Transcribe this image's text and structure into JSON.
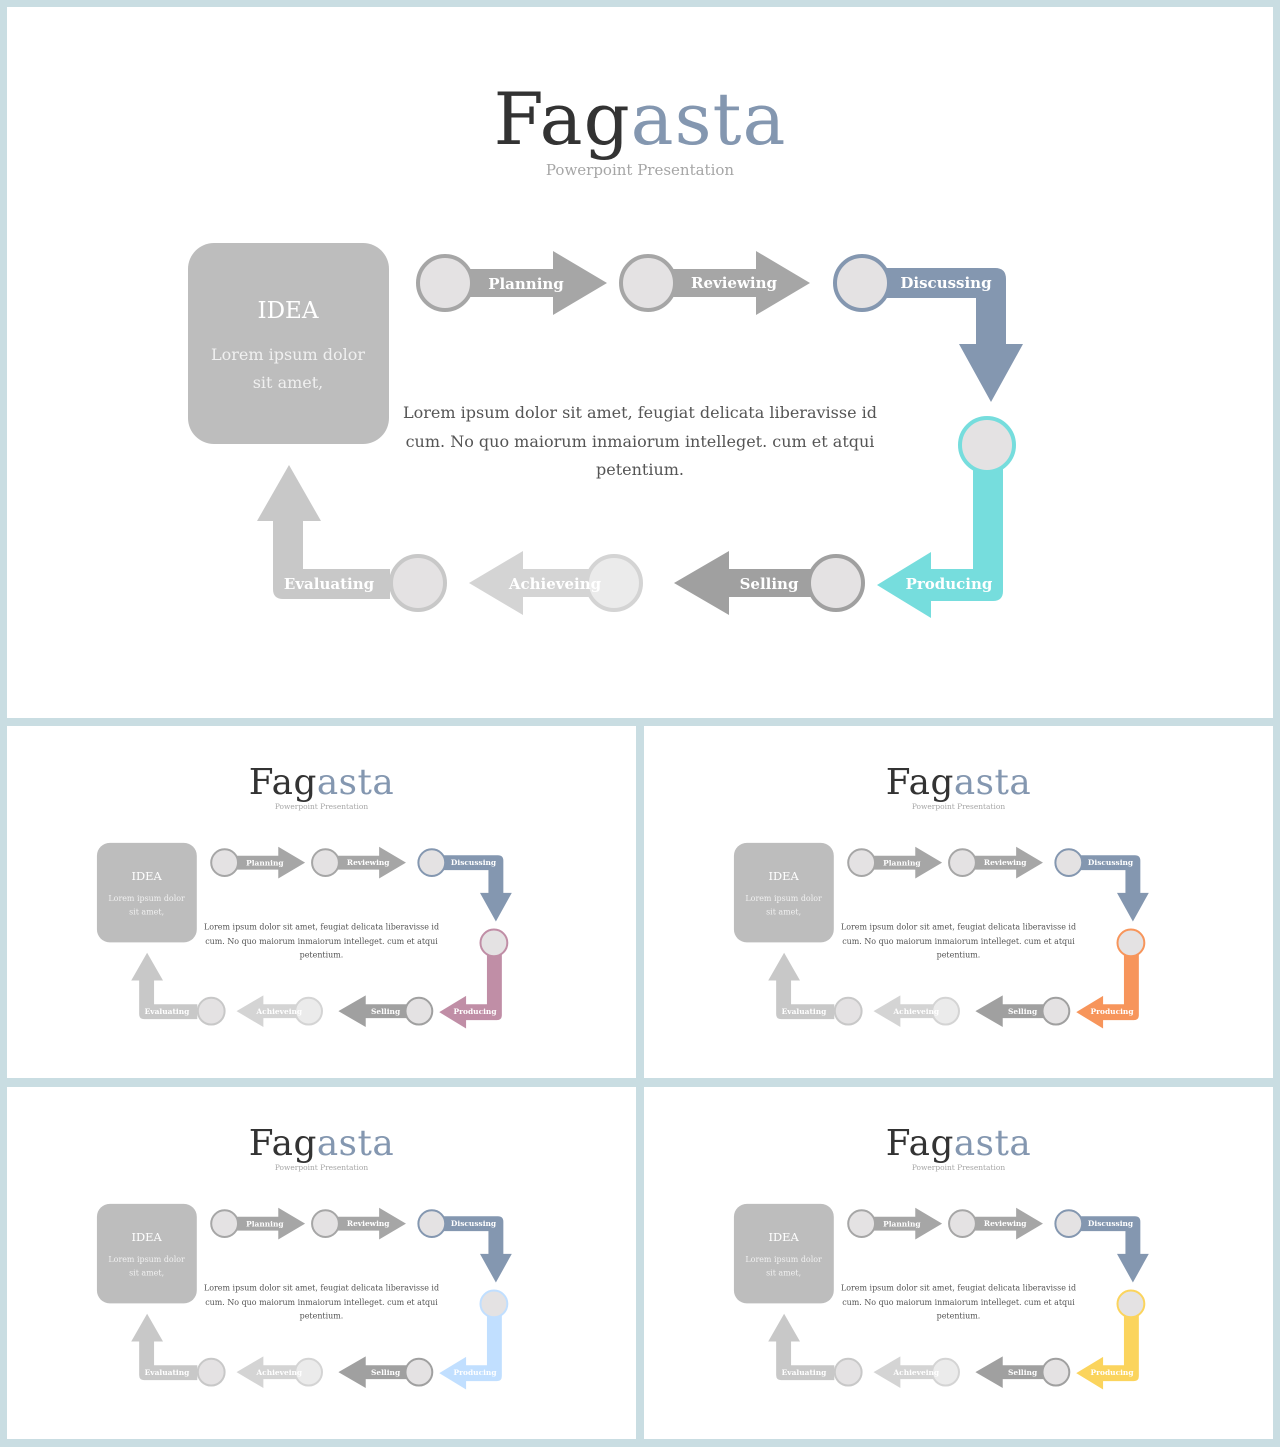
{
  "title_dark": "Fag",
  "title_light": "asta",
  "subtitle": "Powerpoint Presentation",
  "idea": {
    "title": "IDEA",
    "text_line1": "Lorem ipsum dolor",
    "text_line2": "sit amet,"
  },
  "body_text": {
    "line1": "Lorem ipsum dolor sit amet, feugiat delicata  liberavisse  id",
    "line2": "cum. No quo maiorum inmaiorum intelleget.  cum et atqui",
    "line3": "petentium."
  },
  "steps": {
    "planning": "Planning",
    "reviewing": "Reviewing",
    "discussing": "Discussing",
    "producing": "Producing",
    "selling": "Selling",
    "achieving": "Achieveing",
    "evaluating": "Evaluating"
  },
  "colors": {
    "background": "#c9dde2",
    "slide": "#ffffff",
    "title_dark": "#333333",
    "title_light": "#8497b0",
    "subtitle": "#a6a6a6",
    "idea_box": "#bdbdbd",
    "arrow_gray": "#a6a6a6",
    "selling_gray": "#a0a0a0",
    "achieving_gray": "#d4d4d4",
    "evaluating_gray": "#c8c8c8",
    "discussing_blue": "#8497b0",
    "circle_fill": "#e4e2e3"
  },
  "slides": [
    {
      "name": "main-slide",
      "accent": "#76dddd"
    },
    {
      "name": "thumbnail-mauve",
      "accent": "#c08ea6"
    },
    {
      "name": "thumbnail-orange",
      "accent": "#f7955b"
    },
    {
      "name": "thumbnail-light-blue",
      "accent": "#c1dfff"
    },
    {
      "name": "thumbnail-yellow",
      "accent": "#fbd45d"
    }
  ]
}
